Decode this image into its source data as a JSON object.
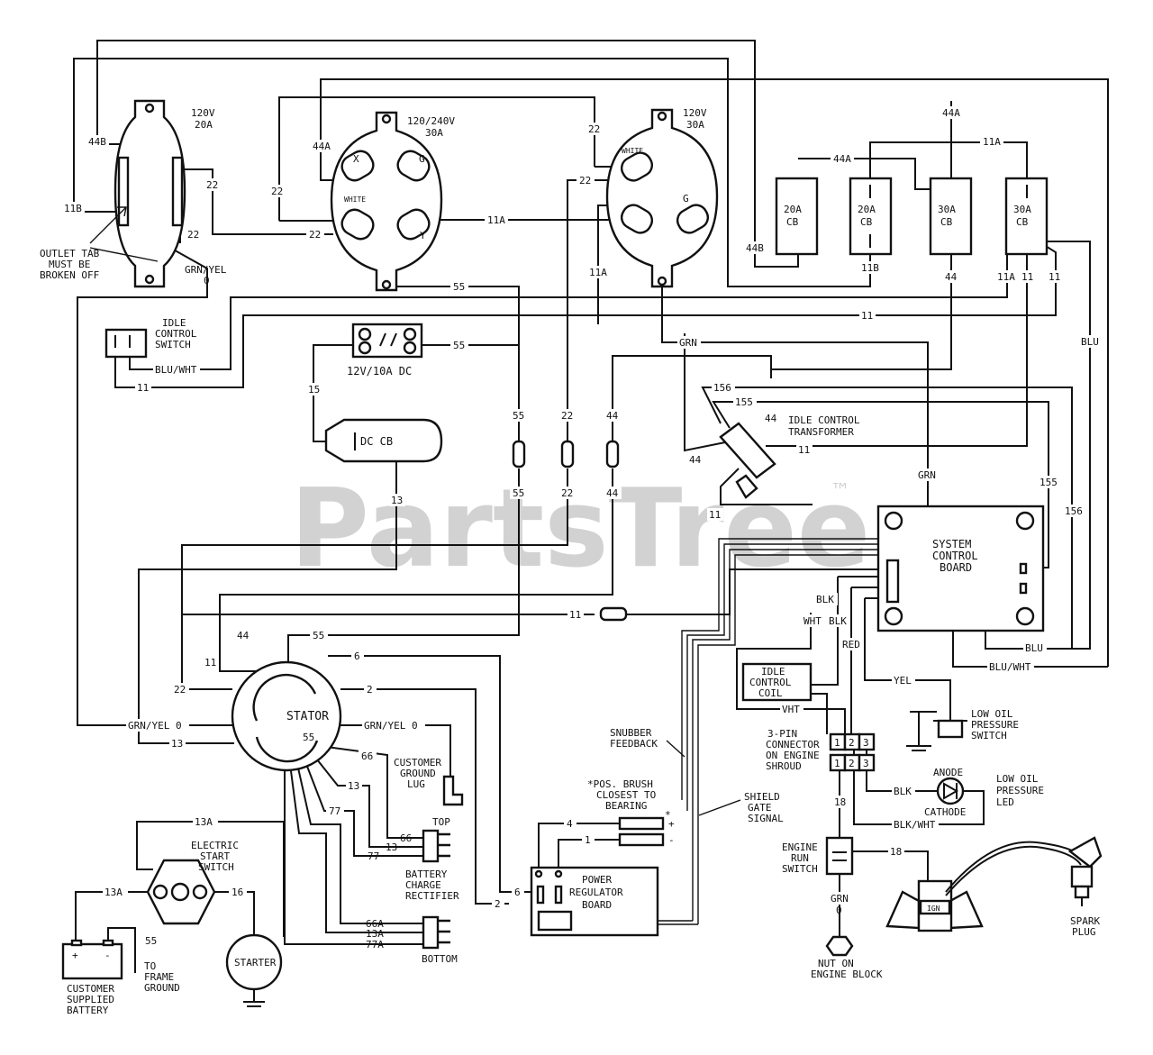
{
  "watermark": {
    "brand": "PartsTree",
    "tm": "™"
  },
  "outlets": {
    "left": {
      "rating_v": "120V",
      "rating_a": "20A"
    },
    "middle": {
      "rating_v": "120/240V",
      "rating_a": "30A",
      "term_x": "X",
      "term_white": "WHITE",
      "term_g": "G",
      "term_y": "Y"
    },
    "right": {
      "rating_v": "120V",
      "rating_a": "30A",
      "term_white": "WHITE",
      "term_g": "G"
    }
  },
  "breakers": [
    {
      "rating": "20A",
      "type": "CB"
    },
    {
      "rating": "20A",
      "type": "CB"
    },
    {
      "rating": "30A",
      "type": "CB"
    },
    {
      "rating": "30A",
      "type": "CB"
    }
  ],
  "components": {
    "outlet_tab_note": [
      "OUTLET TAB",
      "MUST BE",
      "BROKEN OFF"
    ],
    "idle_control_switch": [
      "IDLE",
      "CONTROL",
      "SWITCH"
    ],
    "dc_receptacle": "12V/10A DC",
    "dc_cb": "DC CB",
    "idle_control_transformer": [
      "IDLE CONTROL",
      "TRANSFORMER"
    ],
    "system_control_board": [
      "SYSTEM",
      "CONTROL",
      "BOARD"
    ],
    "idle_control_coil": [
      "IDLE",
      "CONTROL",
      "COIL"
    ],
    "low_oil_pressure_switch": [
      "LOW OIL",
      "PRESSURE",
      "SWITCH"
    ],
    "connector_3pin": [
      "3-PIN",
      "CONNECTOR",
      "ON ENGINE",
      "SHROUD"
    ],
    "pins": [
      "1",
      "2",
      "3"
    ],
    "anode": "ANODE",
    "cathode": "CATHODE",
    "low_oil_pressure_led": [
      "LOW OIL",
      "PRESSURE",
      "LED"
    ],
    "engine_run_switch": [
      "ENGINE",
      "RUN",
      "SWITCH"
    ],
    "nut_on_engine_block": [
      "NUT ON",
      "ENGINE BLOCK"
    ],
    "ign": "IGN",
    "spark_plug": [
      "SPARK",
      "PLUG"
    ],
    "stator": "STATOR",
    "customer_ground_lug": [
      "CUSTOMER",
      "GROUND",
      "LUG"
    ],
    "snubber_feedback": [
      "SNUBBER",
      "FEEDBACK"
    ],
    "shield_gate_signal": [
      "SHIELD",
      "GATE",
      "SIGNAL"
    ],
    "brush_note": [
      "*POS. BRUSH",
      "CLOSEST TO",
      "BEARING"
    ],
    "brush_star": "*",
    "brush_plus": "+",
    "brush_minus": "-",
    "power_regulator_board": [
      "POWER",
      "REGULATOR",
      "BOARD"
    ],
    "rectifier_top": "TOP",
    "rectifier_bottom": "BOTTOM",
    "battery_charge_rectifier": [
      "BATTERY",
      "CHARGE",
      "RECTIFIER"
    ],
    "electric_start_switch": [
      "ELECTRIC",
      "START",
      "SWITCH"
    ],
    "battery_plus": "+",
    "battery_minus": "-",
    "customer_battery": [
      "CUSTOMER",
      "SUPPLIED",
      "BATTERY"
    ],
    "to_frame_ground": [
      "TO",
      "FRAME",
      "GROUND"
    ],
    "starter": "STARTER"
  },
  "wire_labels": {
    "w44b_top": "44B",
    "w11b_left": "11B",
    "w22_outlet1": "22",
    "w22_outlet1b": "22",
    "grnyel_outlet1": "GRN/YEL",
    "grnyel_0": "0",
    "w44a_mid": "44A",
    "w22_mid_left": "22",
    "w22_mid_bottom": "22",
    "w11a_mid": "11A",
    "w55_mid": "55",
    "w22_top_right": "22",
    "w22_right_outlet": "22",
    "w11a_right_outlet": "11A",
    "w44a_top_right": "44A",
    "w11a_top_right": "11A",
    "w44a_cb": "44A",
    "w44b_cb": "44B",
    "w11b_cb": "11B",
    "w44_cb": "44",
    "w11a_cb": "11A",
    "w11_cb": "11",
    "w11_cb_b": "11",
    "w11_long": "11",
    "blu": "BLU",
    "grn_upper": "GRN",
    "blu_wht_switch": "BLU/WHT",
    "w11_switch": "11",
    "w15": "15",
    "w55_dc": "55",
    "w13_dc": "13",
    "w55_a": "55",
    "w22_a": "22",
    "w44_a": "44",
    "w55_b": "55",
    "w22_b": "22",
    "w44_b": "44",
    "w156": "156",
    "w155": "155",
    "w44_t1": "44",
    "w44_t2": "44",
    "w11_t": "11",
    "w11_t2": "11",
    "grn_right": "GRN",
    "w155_right": "155",
    "w156_right": "156",
    "blk1": "BLK",
    "wht": "WHT",
    "blk2": "BLK",
    "red": "RED",
    "blu_bottom": "BLU",
    "blu_wht_bottom": "BLU/WHT",
    "yel": "YEL",
    "wht_conn": "VHT",
    "w11_inline": "11",
    "st44": "44",
    "st55": "55",
    "st11": "11",
    "st22": "22",
    "st6": "6",
    "st2": "2",
    "grnyel_st_left": "GRN/YEL 0",
    "grnyel_st_right": "GRN/YEL 0",
    "st13": "13",
    "st55b": "55",
    "st66": "66",
    "st13b": "13",
    "st77": "77",
    "r66": "66",
    "r13": "13",
    "r77": "77",
    "r66a": "66A",
    "r13a": "13A",
    "r77a": "77A",
    "w4": "4",
    "w1": "1",
    "w6": "6",
    "w2": "2",
    "w13a_top": "13A",
    "w13a_left": "13A",
    "w16": "16",
    "w55_frame": "55",
    "blk_led": "BLK",
    "blkwht_led": "BLK/WHT",
    "w18a": "18",
    "w18b": "18",
    "grn_nut": "GRN",
    "grn_nut0": "0"
  }
}
